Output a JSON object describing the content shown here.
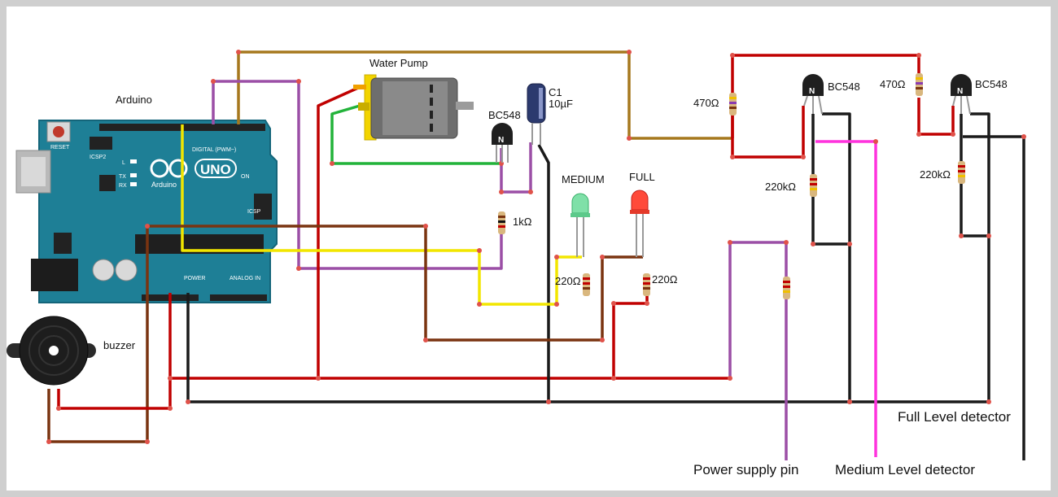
{
  "labels": {
    "arduino": "Arduino",
    "water_pump": "Water Pump",
    "c1": "C1",
    "c1_value": "10µF",
    "bc548_q1": "BC548",
    "bc548_q2": "BC548",
    "bc548_q3": "BC548",
    "r_1k": "1kΩ",
    "medium": "MEDIUM",
    "full": "FULL",
    "r_220_green": "220Ω",
    "r_220_red": "220Ω",
    "r_470_a": "470Ω",
    "r_470_b": "470Ω",
    "r_220k_a": "220kΩ",
    "r_220k_b": "220kΩ",
    "buzzer": "buzzer",
    "power_supply_pin": "Power supply pin",
    "medium_level_detector": "Medium Level detector",
    "full_level_detector": "Full Level detector"
  },
  "board": {
    "reset": "RESET",
    "icsp2": "ICSP2",
    "uno": "UNO",
    "brand": "Arduino",
    "digital": "DIGITAL (PWM~)",
    "power": "POWER",
    "analog": "ANALOG IN",
    "on": "ON",
    "l": "L",
    "tx": "TX",
    "rx": "RX",
    "icsp": "ICSP"
  },
  "wire_colors": {
    "red": "#c00000",
    "black": "#1a1a1a",
    "green": "#22b33a",
    "yellow": "#f2e600",
    "purple": "#9b4fa6",
    "brown": "#7a3410",
    "gold": "#a6781e",
    "magenta": "#ff33dd"
  }
}
